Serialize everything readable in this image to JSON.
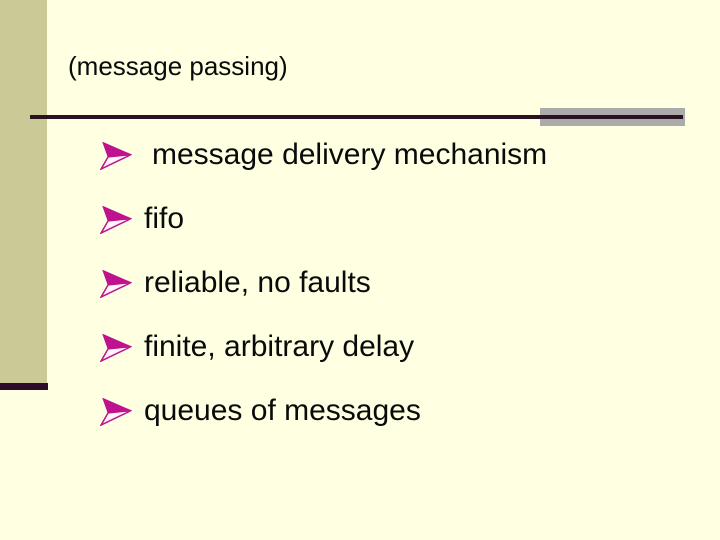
{
  "slide": {
    "title": "(message passing)",
    "bullets": [
      "message delivery mechanism",
      "fifo",
      "reliable, no faults",
      "finite, arbitrary delay",
      "queues of messages"
    ],
    "icons": {
      "bullet": "arrowhead-right-icon"
    },
    "colors": {
      "background": "#FFFFE2",
      "side_bar": "#CACA96",
      "accent_bar": "#2E0B28",
      "rule_line": "#2B1220",
      "rule_cap": "#ABABAB",
      "bullet_glyph": "#BE128E",
      "text": "#0A0A0A"
    }
  }
}
